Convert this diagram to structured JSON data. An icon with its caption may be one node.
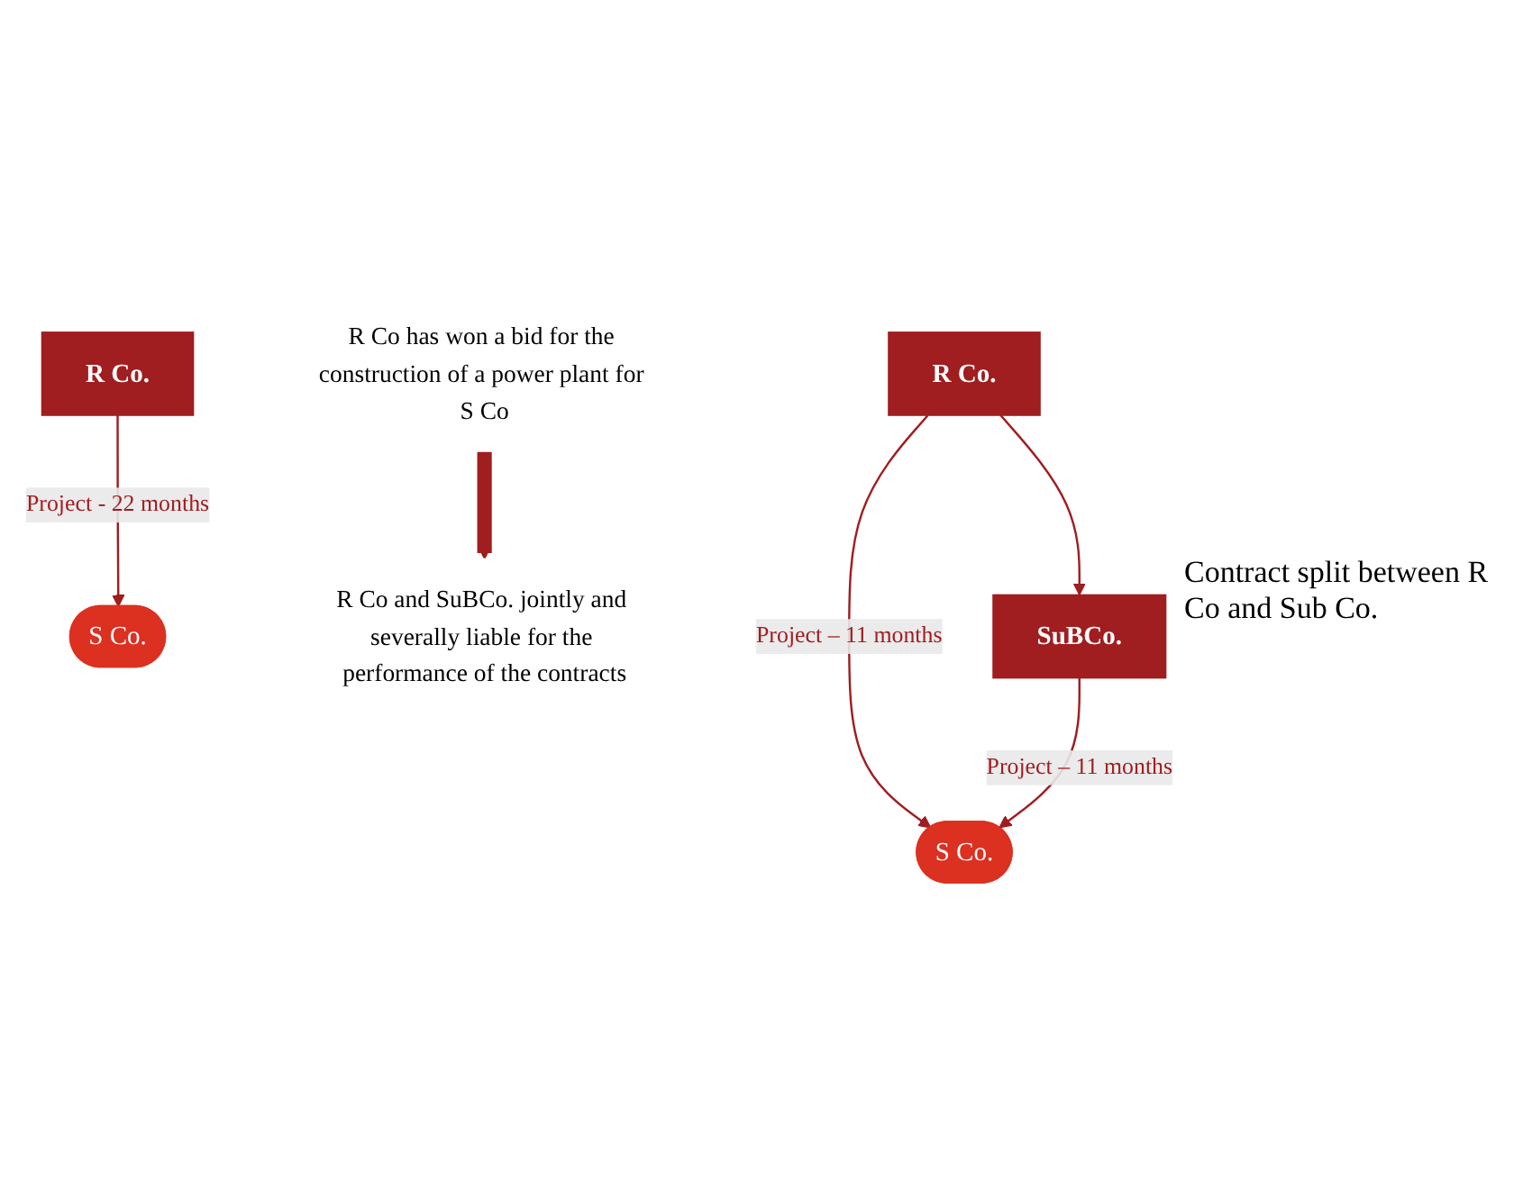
{
  "diagram": {
    "nodes": [
      {
        "text": [
          "R Co."
        ]
      },
      {
        "text": [
          "S Co."
        ]
      },
      {
        "text": [
          "R Co has won a bid for the construction of a power plant for S Co"
        ]
      },
      {
        "text": [
          "R Co and SuBCo. jointly and severally liable for the performance of the contracts"
        ]
      },
      {
        "text": [
          "R Co."
        ]
      },
      {
        "text": [
          "SuBCo."
        ]
      },
      {
        "text": [
          "S Co."
        ]
      }
    ],
    "edges": [
      {
        "from": 0,
        "to": 1,
        "arrow": "to",
        "label": "Project - 22 months"
      },
      {
        "from": 2,
        "to": 3,
        "arrow": "to",
        "style": "thick"
      },
      {
        "from": 4,
        "to": 5,
        "arrow": "to"
      },
      {
        "from": 4,
        "to": 6,
        "arrow": "to",
        "label": "Project – 11 months"
      },
      {
        "from": 5,
        "to": 6,
        "arrow": "to",
        "label": "Project – 11 months"
      }
    ],
    "labels": [
      "Contract split between R Co and Sub Co."
    ]
  }
}
